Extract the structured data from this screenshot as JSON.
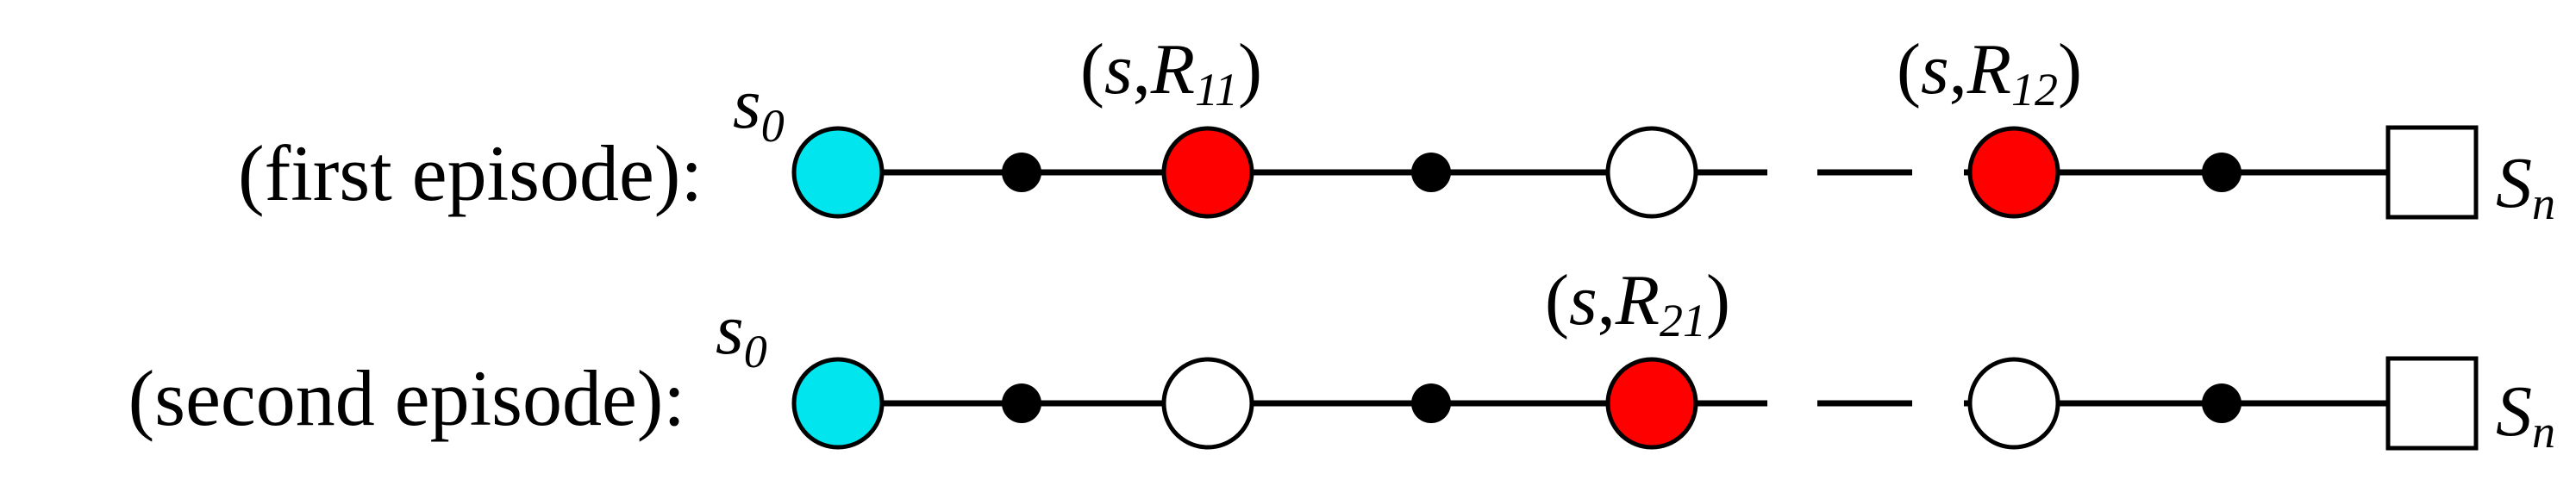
{
  "colors": {
    "start": "#00e5ee",
    "visited": "#ff0000",
    "other": "#ffffff",
    "line": "#000000"
  },
  "episodes": [
    {
      "label": "(first episode):",
      "start_label": {
        "base": "s",
        "sub": "0"
      },
      "end_label": {
        "base": "S",
        "sub": "n"
      },
      "nodes": [
        "start",
        "dot",
        "visited",
        "dot",
        "other",
        "visited",
        "dot",
        "terminal"
      ],
      "annotations": [
        {
          "open": "(",
          "s": "s",
          "comma": ",",
          "R": "R",
          "sub": "11",
          "close": ")"
        },
        {
          "open": "(",
          "s": "s",
          "comma": ",",
          "R": "R",
          "sub": "12",
          "close": ")"
        }
      ]
    },
    {
      "label": "(second episode):",
      "start_label": {
        "base": "s",
        "sub": "0"
      },
      "end_label": {
        "base": "S",
        "sub": "n"
      },
      "nodes": [
        "start",
        "dot",
        "other",
        "dot",
        "visited",
        "other",
        "dot",
        "terminal"
      ],
      "annotations": [
        {
          "open": "(",
          "s": "s",
          "comma": ",",
          "R": "R",
          "sub": "21",
          "close": ")"
        }
      ]
    }
  ]
}
